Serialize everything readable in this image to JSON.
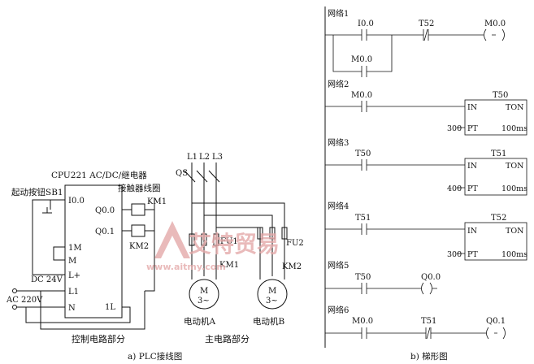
{
  "plc": {
    "cpu_title": "CPU221 AC/DC/继电器",
    "start_button": "起动按钮SB1",
    "contactor_coil": "接触器线圈",
    "terminals_left": [
      "I0.0",
      "1M",
      "M",
      "L+",
      "L1",
      "N"
    ],
    "terminals_right": [
      "Q0.0",
      "Q0.1",
      "1L"
    ],
    "km1": "KM1",
    "km2": "KM2",
    "dc": "DC 24V",
    "ac": "AC  220V",
    "control_caption": "控制电路部分",
    "caption": "a) PLC接线图"
  },
  "main": {
    "phases": [
      "L1",
      "L2",
      "L3"
    ],
    "qs": "QS",
    "fu1": "FU1",
    "fu2": "FU2",
    "km1": "KM1",
    "km2": "KM2",
    "motor_letter": "M",
    "motor_phase": "3~",
    "motor_a": "电动机A",
    "motor_b": "电动机B",
    "caption": "主电路部分"
  },
  "ladder": {
    "caption": "b) 梯形图",
    "networks": [
      {
        "label": "网络1",
        "contacts": [
          "I0.0",
          "T52"
        ],
        "coil": "M0.0",
        "branch": "M0.0"
      },
      {
        "label": "网络2",
        "contact": "M0.0",
        "box": "T50",
        "in": "IN",
        "type": "TON",
        "pt_value": "300",
        "pt": "PT",
        "unit": "100ms"
      },
      {
        "label": "网络3",
        "contact": "T50",
        "box": "T51",
        "in": "IN",
        "type": "TON",
        "pt_value": "400",
        "pt": "PT",
        "unit": "100ms"
      },
      {
        "label": "网络4",
        "contact": "T51",
        "box": "T52",
        "in": "IN",
        "type": "TON",
        "pt_value": "300",
        "pt": "PT",
        "unit": "100ms"
      },
      {
        "label": "网络5",
        "contact": "T50",
        "coil": "Q0.0"
      },
      {
        "label": "网络6",
        "contacts": [
          "M0.0",
          "T51"
        ],
        "coil": "Q0.1"
      }
    ]
  },
  "watermark": {
    "cn": "艾特贸易",
    "url": "www.aitmy.com"
  }
}
